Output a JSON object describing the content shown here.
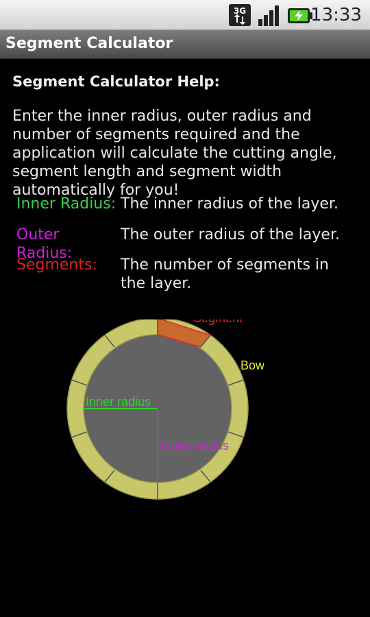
{
  "status_bar": {
    "network_label": "3G",
    "time": "13:33",
    "icons": [
      "network-3g-icon",
      "signal-strength-icon",
      "battery-charging-icon"
    ]
  },
  "app": {
    "title": "Segment Calculator"
  },
  "help": {
    "heading": "Segment Calculator Help:",
    "intro": "Enter the inner radius, outer radius and number of segments required and the application will calculate the cutting angle, segment length and segment width automatically for you!",
    "definitions": [
      {
        "term": "Inner Radius:",
        "desc": "The inner radius of the layer.",
        "color": "#39d34a"
      },
      {
        "term": "Outer Radius:",
        "desc": "The outer radius of the layer.",
        "color": "#d21ee0"
      },
      {
        "term": "Segments:",
        "desc": "The number of segments in the layer.",
        "color": "#d62424"
      }
    ]
  },
  "diagram": {
    "labels": {
      "segment": "Segment",
      "bowl_layer": "Bowl layer",
      "inner_radius": "Inner radius",
      "outer_radius": "Outer radius"
    },
    "colors": {
      "ring": "#c8c86a",
      "ring_edge": "#8a8a8a",
      "segment": "#c96a2f",
      "segment_label": "#e02a2a",
      "bowl_label": "#e6e63a",
      "inner": "#2fd12f",
      "outer": "#d21ee0"
    }
  }
}
